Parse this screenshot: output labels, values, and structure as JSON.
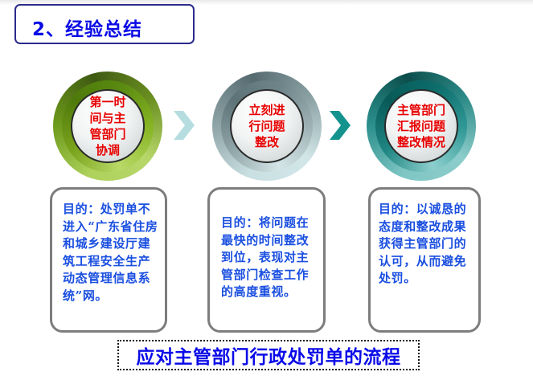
{
  "header": {
    "title": "2、经验总结"
  },
  "steps": [
    {
      "label": "第一时间与主管部门协调",
      "label_lines": [
        "第一时",
        "间与主",
        "管部门",
        "协调"
      ],
      "ring_color": "#7aa31c",
      "description": "目的：处罚单不进入“广东省住房和城乡建设厅建筑工程安全生产动态管理信息系统”网。"
    },
    {
      "label": "立刻进行问题整改",
      "label_lines": [
        "立刻进",
        "行问题",
        "整改"
      ],
      "ring_color": "#8fa5a8",
      "description": "目的：将问题在最快的时间整改到位，表现对主管部门检查工作的高度重视。"
    },
    {
      "label": "主管部门汇报问题整改情况",
      "label_lines": [
        "主管部门",
        "汇报问题",
        "整改情况"
      ],
      "ring_color": "#1f8582",
      "description": "目的：以诚恳的态度和整改成果获得主管部门的认可，从而避免处罚。"
    }
  ],
  "arrows": [
    {
      "icon": "chevron-right-icon",
      "color": "#b5dde0"
    },
    {
      "icon": "chevron-right-icon",
      "color": "#14928e"
    }
  ],
  "footer": {
    "caption": "应对主管部门行政处罚单的流程"
  },
  "colors": {
    "title_text": "#0b0be6",
    "step_label_text": "#e80000",
    "description_text": "#1a4fe0",
    "box_border": "#7d7d7d"
  }
}
